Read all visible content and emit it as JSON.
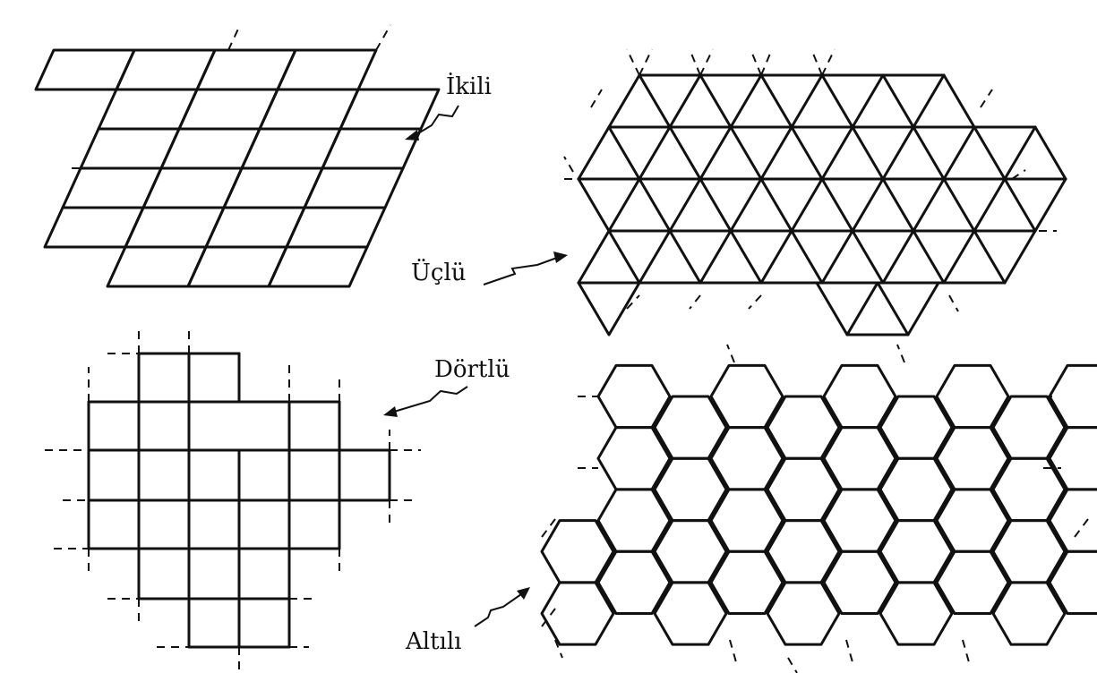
{
  "labels": {
    "ikili": "İkili",
    "uclu": "Üçlü",
    "dortlu": "Dörtlü",
    "altili": "Altılı"
  },
  "colors": {
    "ink": "#111111",
    "background": "#ffffff"
  }
}
